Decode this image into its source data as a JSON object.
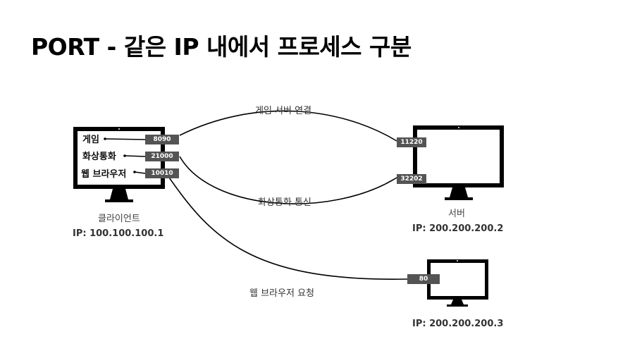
{
  "title": "PORT - 같은 IP 내에서 프로세스 구분",
  "client": {
    "name": "클라이언트",
    "ip": "IP: 100.100.100.1",
    "processes": [
      {
        "label": "게임",
        "port": "8090"
      },
      {
        "label": "화상통화",
        "port": "21000"
      },
      {
        "label": "웹 브라우저",
        "port": "10010"
      }
    ]
  },
  "server1": {
    "name": "서버",
    "ip": "IP: 200.200.200.2",
    "ports": [
      "11220",
      "32202"
    ]
  },
  "server2": {
    "ip": "IP: 200.200.200.3",
    "port": "80"
  },
  "connections": {
    "game": "게임 서버 연결",
    "video": "화상통화 통신",
    "web": "웹 브라우저 요청"
  }
}
